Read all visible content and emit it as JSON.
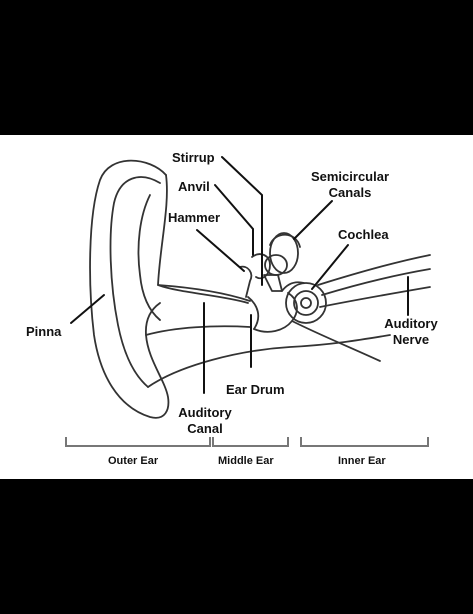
{
  "labels": {
    "stirrup": "Stirrup",
    "anvil": "Anvil",
    "hammer": "Hammer",
    "semicircular_line1": "Semicircular",
    "semicircular_line2": "Canals",
    "cochlea": "Cochlea",
    "pinna": "Pinna",
    "auditory_nerve_line1": "Auditory",
    "auditory_nerve_line2": "Nerve",
    "ear_drum": "Ear Drum",
    "auditory_canal_line1": "Auditory",
    "auditory_canal_line2": "Canal"
  },
  "sections": {
    "outer": "Outer Ear",
    "middle": "Middle Ear",
    "inner": "Inner Ear"
  },
  "colors": {
    "background": "#000000",
    "panel": "#ffffff",
    "stroke": "#333333",
    "bracket": "#777777"
  }
}
